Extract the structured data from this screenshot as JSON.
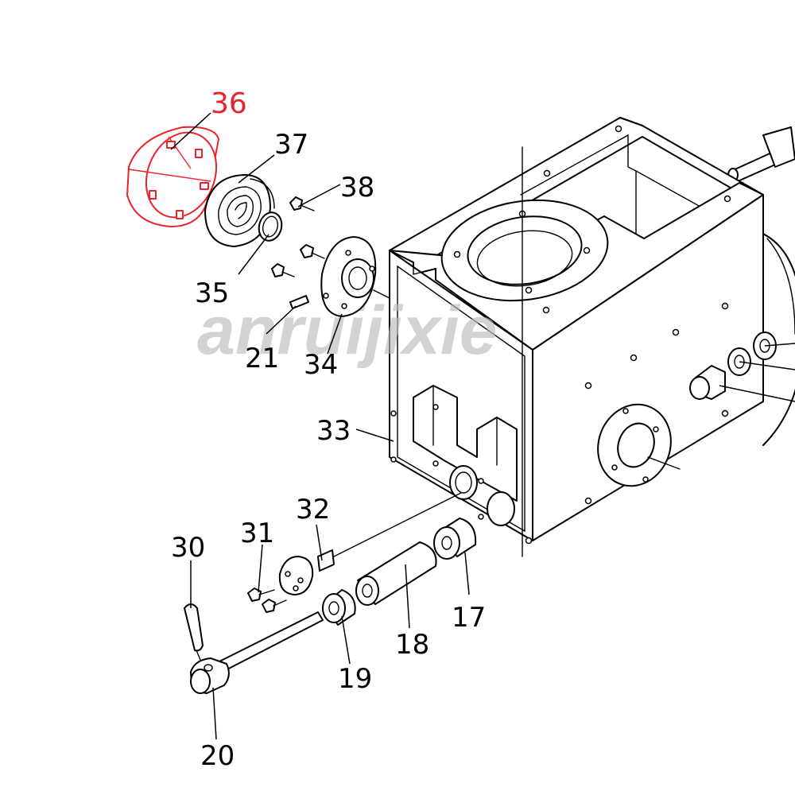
{
  "watermark": "anruijixie",
  "highlight_color": "#e8232a",
  "callouts": {
    "p36": "36",
    "p37": "37",
    "p38": "38",
    "p35": "35",
    "p21": "21",
    "p34": "34",
    "p33": "33",
    "p32": "32",
    "p31": "31",
    "p30": "30",
    "p17": "17",
    "p18": "18",
    "p19": "19",
    "p20": "20"
  }
}
